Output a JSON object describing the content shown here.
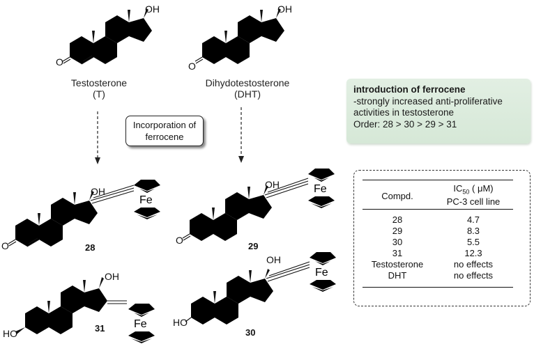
{
  "compounds": {
    "testosterone": {
      "name": "Testosterone",
      "abbr": "(T)",
      "substituent": "OH",
      "carbonyl": "O"
    },
    "dht": {
      "name": "Dihydotestosterone",
      "abbr": "(DHT)",
      "substituent": "OH",
      "carbonyl": "O"
    },
    "c28": {
      "number": "28",
      "substituent": "OH",
      "carbonyl": "O",
      "metal": "Fe"
    },
    "c29": {
      "number": "29",
      "substituent": "OH",
      "carbonyl": "O",
      "metal": "Fe"
    },
    "c30": {
      "number": "30",
      "substituent": "OH",
      "hydroxyl3": "HO",
      "metal": "Fe"
    },
    "c31": {
      "number": "31",
      "substituent": "OH",
      "hydroxyl3": "HO",
      "metal": "Fe"
    }
  },
  "incorporation_box": {
    "line1": "Incorporation of",
    "line2": "ferrocene"
  },
  "note": {
    "title": "introduction of ferrocene",
    "line1": "-strongly increased anti-proliferative",
    "line2": "activities in testosterone",
    "order": "Order: 28 > 30 > 29 > 31"
  },
  "table": {
    "col1_header": "Compd.",
    "col2_header_main": "IC",
    "col2_header_sub": "50",
    "col2_header_unit": " ( μM)",
    "col2_header_line2": "PC-3 cell line",
    "rows": [
      {
        "compound": "28",
        "ic50": "4.7"
      },
      {
        "compound": "29",
        "ic50": "8.3"
      },
      {
        "compound": "30",
        "ic50": "5.5"
      },
      {
        "compound": "31",
        "ic50": "12.3"
      },
      {
        "compound": "Testosterone",
        "ic50": "no effects"
      },
      {
        "compound": "DHT",
        "ic50": "no effects"
      }
    ]
  },
  "colors": {
    "ferrocene": "#d41c1c",
    "note_bg": "#dcebdd"
  }
}
